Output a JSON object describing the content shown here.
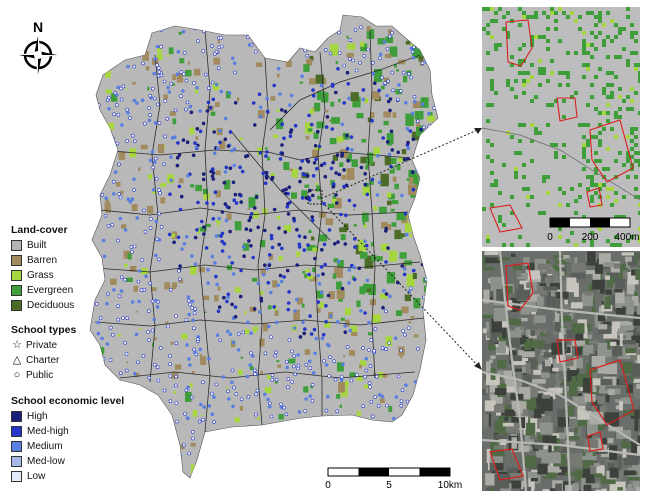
{
  "north": {
    "label": "N"
  },
  "legend_landcover": {
    "title": "Land-cover",
    "items": [
      {
        "label": "Built",
        "color": "#b4b4b4"
      },
      {
        "label": "Barren",
        "color": "#a08a5e"
      },
      {
        "label": "Grass",
        "color": "#a6d63e"
      },
      {
        "label": "Evergreen",
        "color": "#3d9e3a"
      },
      {
        "label": "Deciduous",
        "color": "#4c6b27"
      }
    ]
  },
  "legend_school_types": {
    "title": "School types",
    "items": [
      {
        "label": "Private",
        "symbol": "☆"
      },
      {
        "label": "Charter",
        "symbol": "△"
      },
      {
        "label": "Public",
        "symbol": "○"
      }
    ]
  },
  "legend_economic": {
    "title": "School economic level",
    "items": [
      {
        "label": "High",
        "color": "#1a1f7a"
      },
      {
        "label": "Med-high",
        "color": "#2336c8"
      },
      {
        "label": "Medium",
        "color": "#5b7fe0"
      },
      {
        "label": "Med-low",
        "color": "#a9b8ea"
      },
      {
        "label": "Low",
        "color": "#e3ebfb"
      }
    ]
  },
  "scalebar_main": {
    "labels": [
      "0",
      "5",
      "10km"
    ]
  },
  "scalebar_inset": {
    "labels": [
      "0",
      "200",
      "400m"
    ]
  },
  "colors": {
    "boundary": "#2b2b2b",
    "highlight": "#d8201e"
  }
}
